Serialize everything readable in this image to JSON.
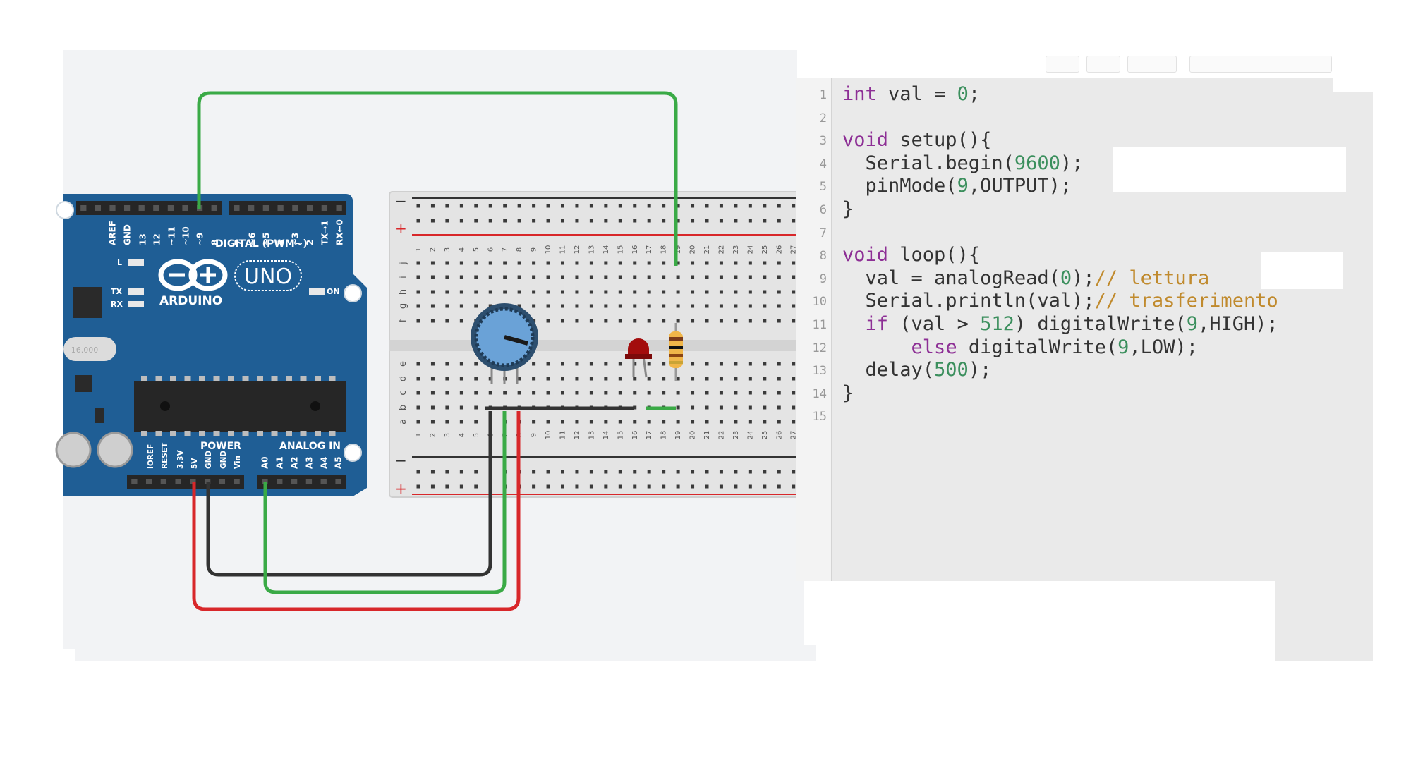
{
  "board": {
    "brand": "ARDUINO",
    "model": "UNO",
    "digital_header": "DIGITAL (PWM~)",
    "power_header": "POWER",
    "analog_header": "ANALOG IN",
    "led_on": "ON",
    "led_l": "L",
    "led_tx": "TX",
    "led_rx": "RX",
    "crystal": "16.000",
    "digital_pins": [
      "AREF",
      "GND",
      "13",
      "12",
      "~11",
      "~10",
      "~9",
      "8",
      "7",
      "~6",
      "~5",
      "4",
      "~3",
      "2",
      "TX→1",
      "RX←0"
    ],
    "power_pins": [
      "IOREF",
      "RESET",
      "3.3V",
      "5V",
      "GND",
      "GND",
      "Vin"
    ],
    "analog_pins": [
      "A0",
      "A1",
      "A2",
      "A3",
      "A4",
      "A5"
    ]
  },
  "breadboard": {
    "rail_minus": "−",
    "rail_plus": "+",
    "rows_top": [
      "j",
      "i",
      "h",
      "g",
      "f"
    ],
    "rows_bottom": [
      "e",
      "d",
      "c",
      "b",
      "a"
    ],
    "columns": [
      "1",
      "2",
      "3",
      "4",
      "5",
      "6",
      "7",
      "8",
      "9",
      "10",
      "11",
      "12",
      "13",
      "14",
      "15",
      "16",
      "17",
      "18",
      "19",
      "20",
      "21",
      "22",
      "23",
      "24",
      "25",
      "26",
      "27"
    ]
  },
  "colors": {
    "board": "#1f5e95",
    "wire_green": "#3aaa46",
    "wire_red": "#d8272a",
    "wire_black": "#333333",
    "keyword": "#8d2f95",
    "number": "#3b8f5d",
    "comment": "#c08a2d"
  },
  "editor": {
    "line_numbers": [
      "1",
      "2",
      "3",
      "4",
      "5",
      "6",
      "7",
      "8",
      "9",
      "10",
      "11",
      "12",
      "13",
      "14",
      "15"
    ],
    "lines": [
      {
        "parts": [
          {
            "t": "int",
            "c": "kw"
          },
          {
            "t": " val = ",
            "c": ""
          },
          {
            "t": "0",
            "c": "num"
          },
          {
            "t": ";",
            "c": ""
          }
        ]
      },
      {
        "parts": []
      },
      {
        "parts": [
          {
            "t": "void",
            "c": "kw"
          },
          {
            "t": " setup(){",
            "c": ""
          }
        ]
      },
      {
        "parts": [
          {
            "t": "  Serial.begin(",
            "c": ""
          },
          {
            "t": "9600",
            "c": "num"
          },
          {
            "t": ");",
            "c": ""
          }
        ]
      },
      {
        "parts": [
          {
            "t": "  pinMode(",
            "c": ""
          },
          {
            "t": "9",
            "c": "num"
          },
          {
            "t": ",OUTPUT);",
            "c": ""
          }
        ]
      },
      {
        "parts": [
          {
            "t": "}",
            "c": ""
          }
        ]
      },
      {
        "parts": []
      },
      {
        "parts": [
          {
            "t": "void",
            "c": "kw"
          },
          {
            "t": " loop(){",
            "c": ""
          }
        ]
      },
      {
        "parts": [
          {
            "t": "  val = analogRead(",
            "c": ""
          },
          {
            "t": "0",
            "c": "num"
          },
          {
            "t": ");",
            "c": ""
          },
          {
            "t": "// lettura",
            "c": "cm"
          }
        ]
      },
      {
        "parts": [
          {
            "t": "  Serial.println(val);",
            "c": ""
          },
          {
            "t": "// trasferimento",
            "c": "cm"
          }
        ]
      },
      {
        "parts": [
          {
            "t": "  ",
            "c": ""
          },
          {
            "t": "if",
            "c": "kw"
          },
          {
            "t": " (val > ",
            "c": ""
          },
          {
            "t": "512",
            "c": "num"
          },
          {
            "t": ") digitalWrite(",
            "c": ""
          },
          {
            "t": "9",
            "c": "num"
          },
          {
            "t": ",HIGH);",
            "c": ""
          }
        ]
      },
      {
        "parts": [
          {
            "t": "      ",
            "c": ""
          },
          {
            "t": "else",
            "c": "kw"
          },
          {
            "t": " digitalWrite(",
            "c": ""
          },
          {
            "t": "9",
            "c": "num"
          },
          {
            "t": ",LOW);",
            "c": ""
          }
        ]
      },
      {
        "parts": [
          {
            "t": "  delay(",
            "c": ""
          },
          {
            "t": "500",
            "c": "num"
          },
          {
            "t": ");",
            "c": ""
          }
        ]
      },
      {
        "parts": [
          {
            "t": "}",
            "c": ""
          }
        ]
      },
      {
        "parts": []
      }
    ]
  }
}
